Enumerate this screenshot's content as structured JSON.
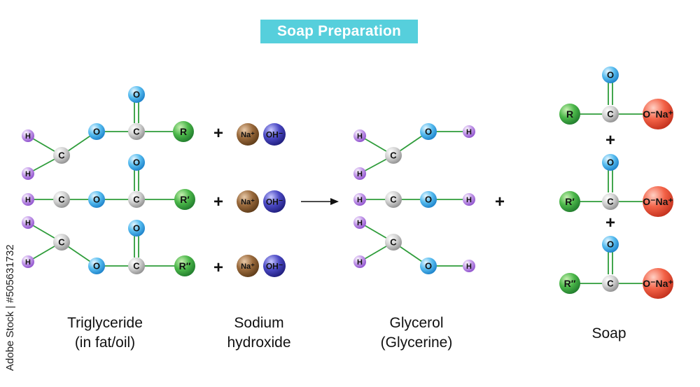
{
  "title": "Soap Preparation",
  "captions": {
    "triglyceride": [
      "Triglyceride",
      "(in fat/oil)"
    ],
    "sodium_hydroxide": [
      "Sodium",
      "hydroxide"
    ],
    "glycerol": [
      "Glycerol",
      "(Glycerine)"
    ],
    "soap": [
      "Soap"
    ]
  },
  "watermark": "Adobe Stock | #505631732",
  "atom_labels": {
    "H": "H",
    "C": "C",
    "O": "O",
    "R1": "R",
    "R2": "R′",
    "R3": "R″",
    "Na": "Na⁺",
    "OH": "OH⁻",
    "ONa": "O⁻Na⁺"
  },
  "operators": {
    "plus": "+",
    "arrow": "→"
  },
  "colors": {
    "title_bg": "#56cfdc",
    "H": "#b27de0",
    "C": "#c6c6c6",
    "O": "#42b0ea",
    "R": "#3fae4a",
    "Na": "#9a6a3c",
    "OH": "#3c3ab0",
    "ONa": "#f0563d"
  }
}
